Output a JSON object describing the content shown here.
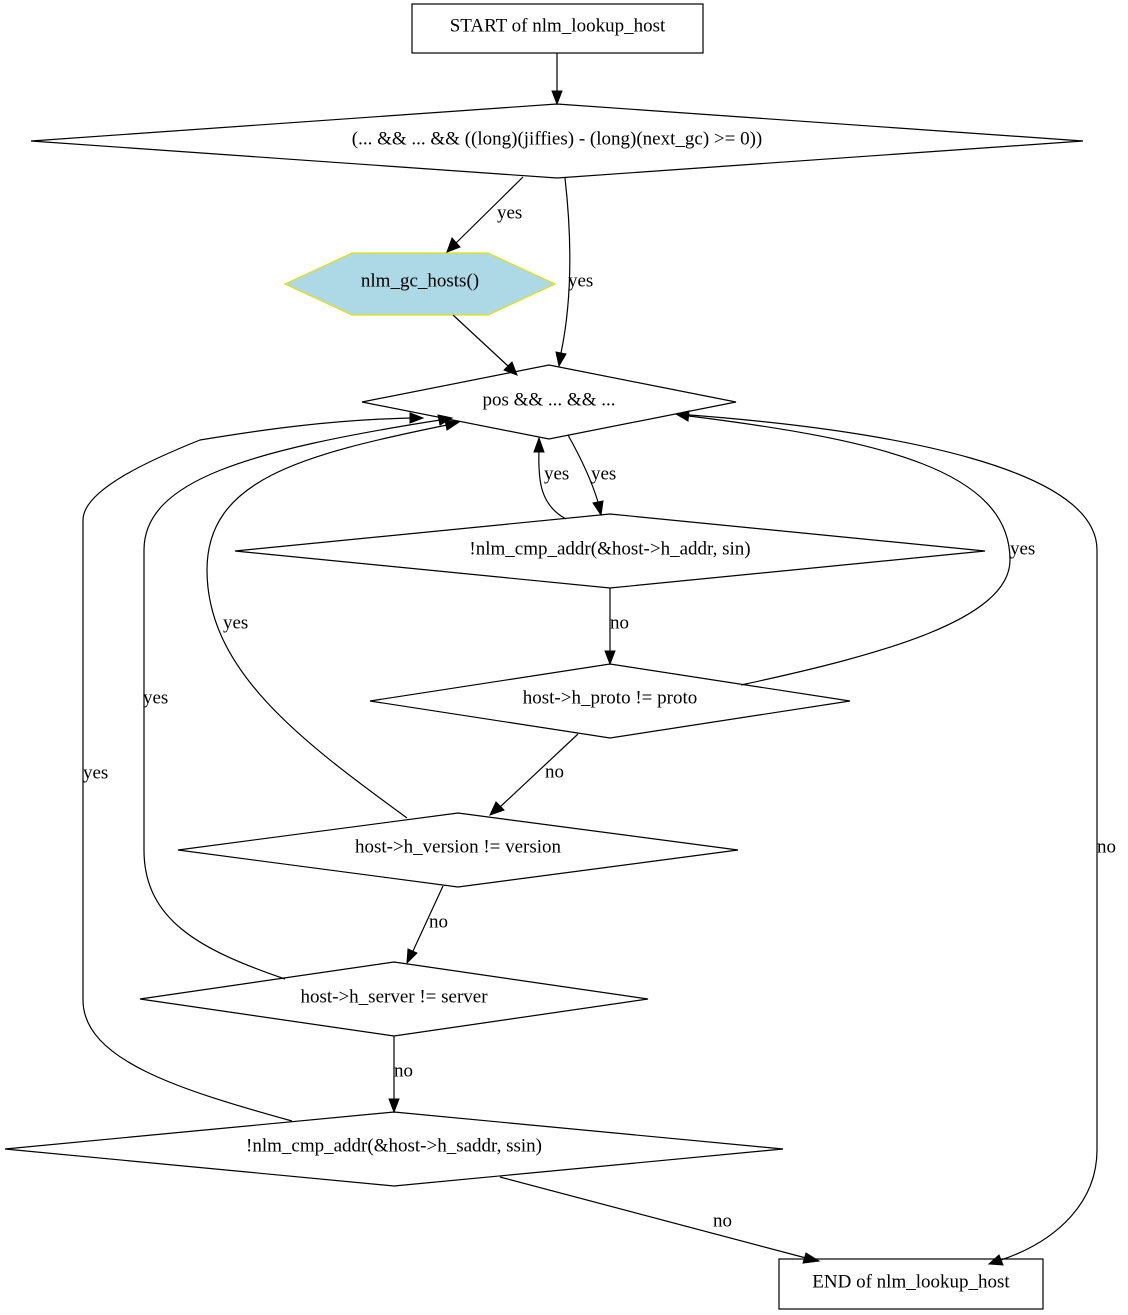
{
  "nodes": {
    "start": {
      "label": "START of nlm_lookup_host",
      "shape": "box"
    },
    "cond_gc": {
      "label": "(... && ... && ((long)(jiffies) - (long)(next_gc) >= 0))",
      "shape": "diamond"
    },
    "call_gc": {
      "label": "nlm_gc_hosts()",
      "shape": "hexagon",
      "fill": "#add8e6",
      "stroke": "#e6e000"
    },
    "cond_pos": {
      "label": "pos && ... && ...",
      "shape": "diamond"
    },
    "cond_addr": {
      "label": "!nlm_cmp_addr(&host->h_addr, sin)",
      "shape": "diamond"
    },
    "cond_proto": {
      "label": "host->h_proto != proto",
      "shape": "diamond"
    },
    "cond_version": {
      "label": "host->h_version != version",
      "shape": "diamond"
    },
    "cond_server": {
      "label": "host->h_server != server",
      "shape": "diamond"
    },
    "cond_saddr": {
      "label": "!nlm_cmp_addr(&host->h_saddr, ssin)",
      "shape": "diamond"
    },
    "end": {
      "label": "END of nlm_lookup_host",
      "shape": "box"
    }
  },
  "edges": [
    {
      "from": "start",
      "to": "cond_gc",
      "label": ""
    },
    {
      "from": "cond_gc",
      "to": "call_gc",
      "label": "yes"
    },
    {
      "from": "cond_gc",
      "to": "cond_pos",
      "label": "yes"
    },
    {
      "from": "call_gc",
      "to": "cond_pos",
      "label": ""
    },
    {
      "from": "cond_pos",
      "to": "cond_addr",
      "label": "yes"
    },
    {
      "from": "cond_pos",
      "to": "end",
      "label": "no"
    },
    {
      "from": "cond_addr",
      "to": "cond_pos",
      "label": "yes"
    },
    {
      "from": "cond_addr",
      "to": "cond_proto",
      "label": "no"
    },
    {
      "from": "cond_proto",
      "to": "cond_pos",
      "label": "yes"
    },
    {
      "from": "cond_proto",
      "to": "cond_version",
      "label": "no"
    },
    {
      "from": "cond_version",
      "to": "cond_pos",
      "label": "yes"
    },
    {
      "from": "cond_version",
      "to": "cond_server",
      "label": "no"
    },
    {
      "from": "cond_server",
      "to": "cond_pos",
      "label": "yes"
    },
    {
      "from": "cond_server",
      "to": "cond_saddr",
      "label": "no"
    },
    {
      "from": "cond_saddr",
      "to": "cond_pos",
      "label": "yes"
    },
    {
      "from": "cond_saddr",
      "to": "end",
      "label": "no"
    }
  ]
}
